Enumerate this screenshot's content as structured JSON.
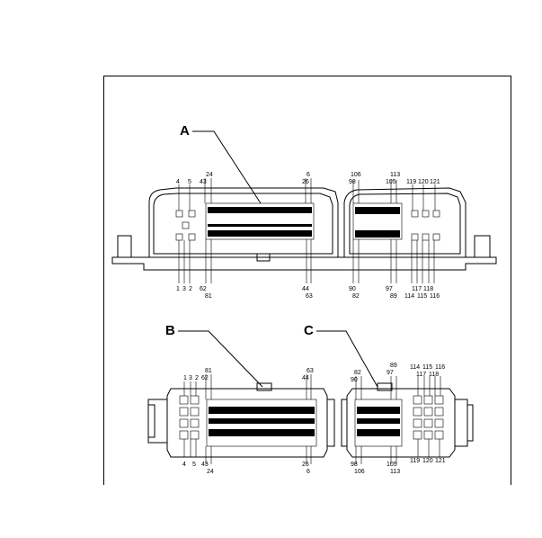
{
  "connectors": {
    "A": {
      "label": "A",
      "pins_top": [
        "4",
        "5",
        "43",
        "24",
        "6",
        "26",
        "106",
        "98",
        "113",
        "105",
        "119",
        "120",
        "121"
      ],
      "pins_bottom": [
        "1",
        "3",
        "2",
        "62",
        "81",
        "44",
        "63",
        "90",
        "82",
        "97",
        "89",
        "114",
        "117",
        "115",
        "118",
        "116"
      ]
    },
    "B": {
      "label": "B",
      "pins_top": [
        "1",
        "3",
        "2",
        "62",
        "81",
        "63",
        "44"
      ],
      "pins_bottom": [
        "4",
        "5",
        "43",
        "24",
        "26",
        "6"
      ]
    },
    "C": {
      "label": "C",
      "pins_top": [
        "82",
        "90",
        "89",
        "97",
        "114",
        "115",
        "116",
        "117",
        "118"
      ],
      "pins_bottom": [
        "98",
        "106",
        "105",
        "113",
        "119",
        "120",
        "121"
      ]
    }
  }
}
